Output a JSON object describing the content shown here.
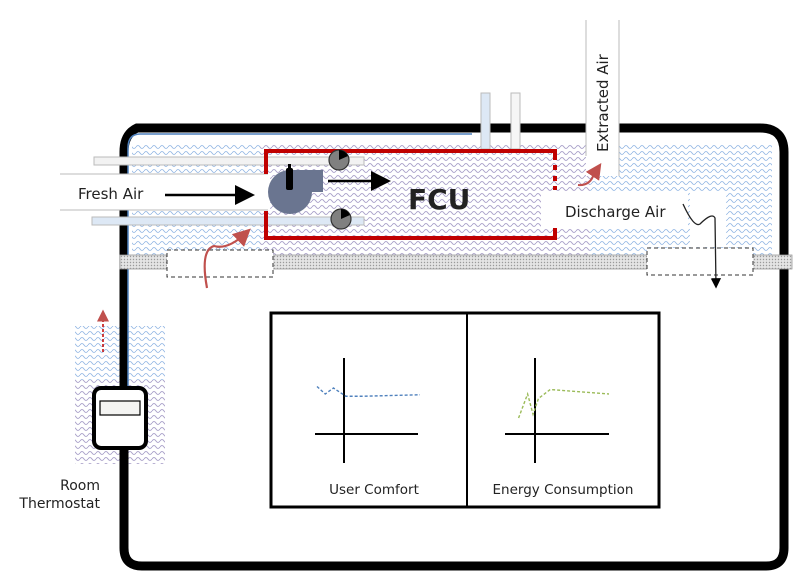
{
  "diagram": {
    "title": "FCU ventilation system with room thermostat",
    "labels": {
      "fresh_air": "Fresh Air",
      "fcu": "FCU",
      "extracted_air": "Extracted Air",
      "discharge_air": "Discharge Air",
      "room_thermostat_line1": "Room",
      "room_thermostat_line2": "Thermostat"
    },
    "colors": {
      "wall": "#000000",
      "fcu_border": "#c00000",
      "fan": "#6a7590",
      "damper": "#808080",
      "blue_wave": "#8fb4e3",
      "purple_wave": "#b3a2c7",
      "airflow_red": "#c0504d",
      "sensor_cable": "#4f81bd",
      "comfort_line": "#4f81bd",
      "energy_line": "#9bbb59",
      "ceiling": "#c8c8c8"
    },
    "icons": {
      "fan": "centrifugal-fan-icon",
      "damper": "damper-icon",
      "thermostat": "thermostat-icon"
    }
  },
  "chart_data": [
    {
      "type": "line",
      "title": "User Comfort",
      "xlabel": "",
      "ylabel": "",
      "series": [
        {
          "name": "comfort",
          "style": "dashed",
          "color": "#4f81bd",
          "x": [
            0,
            0.08,
            0.16,
            0.28,
            0.45,
            1.0
          ],
          "y": [
            0.62,
            0.52,
            0.6,
            0.49,
            0.49,
            0.51
          ]
        }
      ],
      "xlim": [
        0,
        1
      ],
      "ylim": [
        -0.4,
        1
      ],
      "grid": false
    },
    {
      "type": "line",
      "title": "Energy Consumption",
      "xlabel": "",
      "ylabel": "",
      "series": [
        {
          "name": "energy",
          "style": "dashed",
          "color": "#9bbb59",
          "x": [
            0,
            0.1,
            0.16,
            0.22,
            0.35,
            1.0
          ],
          "y": [
            0.2,
            0.52,
            0.25,
            0.46,
            0.58,
            0.52
          ]
        }
      ],
      "xlim": [
        -0.15,
        1
      ],
      "ylim": [
        -0.4,
        1
      ],
      "grid": false
    }
  ]
}
